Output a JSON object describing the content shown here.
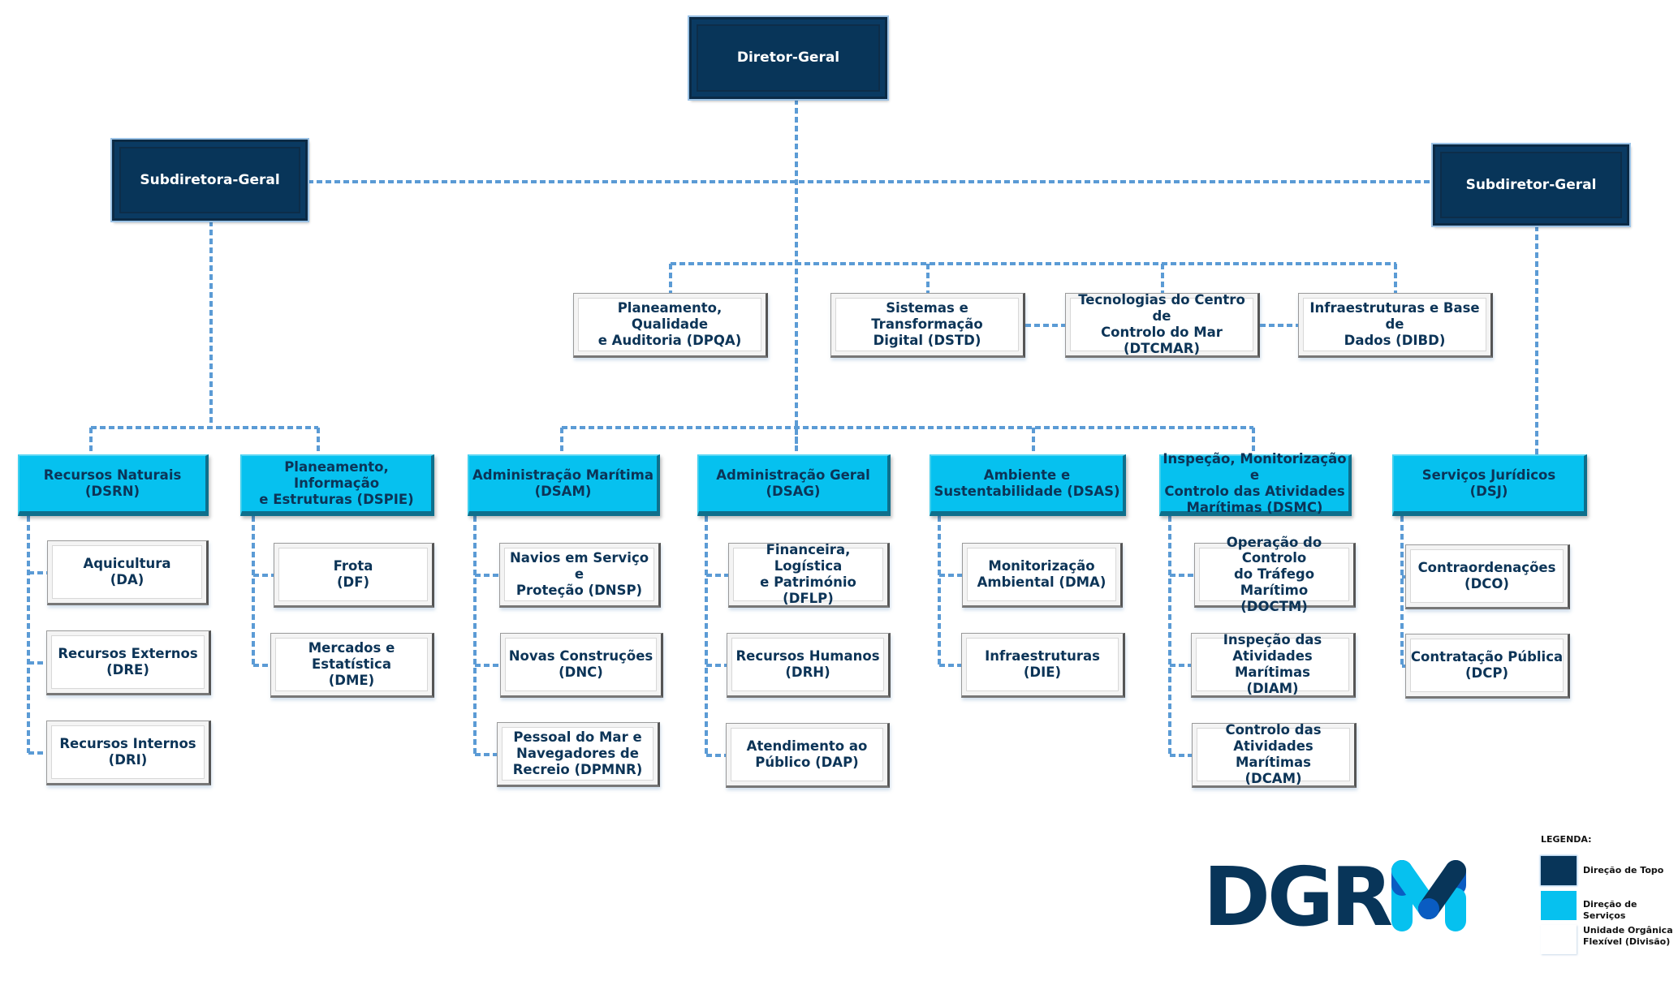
{
  "colors": {
    "top_direction": "#083559",
    "service_direction": "#06c1ef",
    "division": "#ffffff",
    "connector": "#5b9bd5",
    "text_dark": "#0c3457"
  },
  "top": {
    "director_general": "Diretor-Geral",
    "deputy_left": "Subdiretora-Geral",
    "deputy_right": "Subdiretor-Geral"
  },
  "staff_divisions": [
    {
      "lines": [
        "Planeamento, Qualidade",
        "e Auditoria (DPQA)"
      ]
    },
    {
      "lines": [
        "Sistemas e Transformação",
        "Digital (DSTD)"
      ]
    },
    {
      "lines": [
        "Tecnologias do Centro de",
        "Controlo do Mar",
        "(DTCMAR)"
      ]
    },
    {
      "lines": [
        "Infraestruturas e Base de",
        "Dados (DIBD)"
      ]
    }
  ],
  "services": [
    {
      "lines": [
        "Recursos Naturais",
        "(DSRN)"
      ],
      "divisions": [
        {
          "lines": [
            "Aquicultura",
            "(DA)"
          ]
        },
        {
          "lines": [
            "Recursos Externos",
            "(DRE)"
          ]
        },
        {
          "lines": [
            "Recursos Internos",
            "(DRI)"
          ]
        }
      ]
    },
    {
      "lines": [
        "Planeamento, Informação",
        "e Estruturas (DSPIE)"
      ],
      "divisions": [
        {
          "lines": [
            "Frota",
            "(DF)"
          ]
        },
        {
          "lines": [
            "Mercados e Estatística",
            "(DME)"
          ]
        }
      ]
    },
    {
      "lines": [
        "Administração Marítima",
        "(DSAM)"
      ],
      "divisions": [
        {
          "lines": [
            "Navios em Serviço e",
            "Proteção (DNSP)"
          ]
        },
        {
          "lines": [
            "Novas Construções",
            "(DNC)"
          ]
        },
        {
          "lines": [
            "Pessoal do Mar e",
            "Navegadores de",
            "Recreio  (DPMNR)"
          ]
        }
      ]
    },
    {
      "lines": [
        "Administração Geral",
        "(DSAG)"
      ],
      "divisions": [
        {
          "lines": [
            "Financeira, Logística",
            "e Património (DFLP)"
          ]
        },
        {
          "lines": [
            "Recursos Humanos",
            "(DRH)"
          ]
        },
        {
          "lines": [
            "Atendimento ao",
            "Público (DAP)"
          ]
        }
      ]
    },
    {
      "lines": [
        "Ambiente e",
        "Sustentabilidade (DSAS)"
      ],
      "divisions": [
        {
          "lines": [
            "Monitorização",
            "Ambiental (DMA)"
          ]
        },
        {
          "lines": [
            "Infraestruturas",
            "(DIE)"
          ]
        }
      ]
    },
    {
      "lines": [
        "Inspeção, Monitorização e",
        "Controlo das Atividades",
        "Marítimas (DSMC)"
      ],
      "divisions": [
        {
          "lines": [
            "Operação do Controlo",
            "do Tráfego Marítimo",
            "(DOCTM)"
          ]
        },
        {
          "lines": [
            "Inspeção das",
            "Atividades Marítimas",
            "(DIAM)"
          ]
        },
        {
          "lines": [
            "Controlo das",
            "Atividades Marítimas",
            "(DCAM)"
          ]
        }
      ]
    },
    {
      "lines": [
        "Serviços Jurídicos",
        "(DSJ)"
      ],
      "divisions": [
        {
          "lines": [
            "Contraordenações",
            "(DCO)"
          ]
        },
        {
          "lines": [
            "Contratação Pública",
            "(DCP)"
          ]
        }
      ]
    }
  ],
  "logo": {
    "text": "DGR",
    "mark": "M"
  },
  "legend": {
    "title": "LEGENDA:",
    "items": [
      {
        "label": "Direção de Topo",
        "color": "#083559"
      },
      {
        "label": "Direção de Serviços",
        "color": "#06c1ef"
      },
      {
        "label_lines": [
          "Unidade Orgânica",
          "Flexível (Divisão)"
        ],
        "color": "#ffffff"
      }
    ]
  }
}
